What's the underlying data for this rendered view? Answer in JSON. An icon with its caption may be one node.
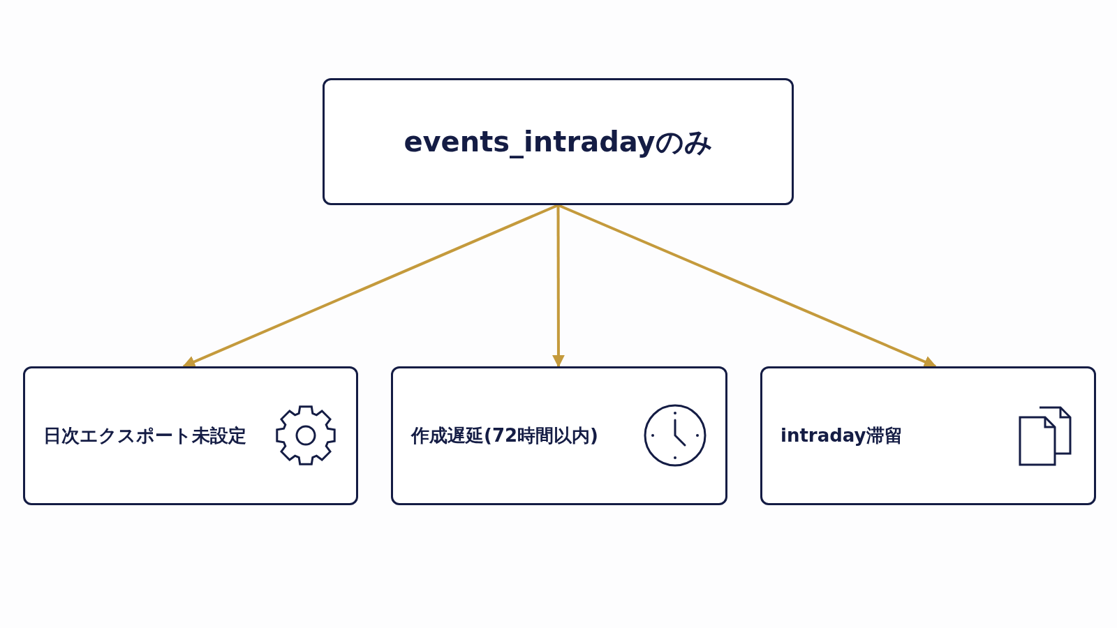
{
  "diagram": {
    "nodes": [
      {
        "text": [
          "events_intradayのみ"
        ]
      },
      {
        "text": [
          "日次エクスポート未設定"
        ]
      },
      {
        "text": [
          "作成遅延(72時間以内)"
        ]
      },
      {
        "text": [
          "intraday滞留"
        ]
      }
    ],
    "edges": [
      {
        "from": 0,
        "to": 1,
        "arrow": "to"
      },
      {
        "from": 0,
        "to": 2,
        "arrow": "to"
      },
      {
        "from": 0,
        "to": 3,
        "arrow": "to"
      }
    ]
  }
}
